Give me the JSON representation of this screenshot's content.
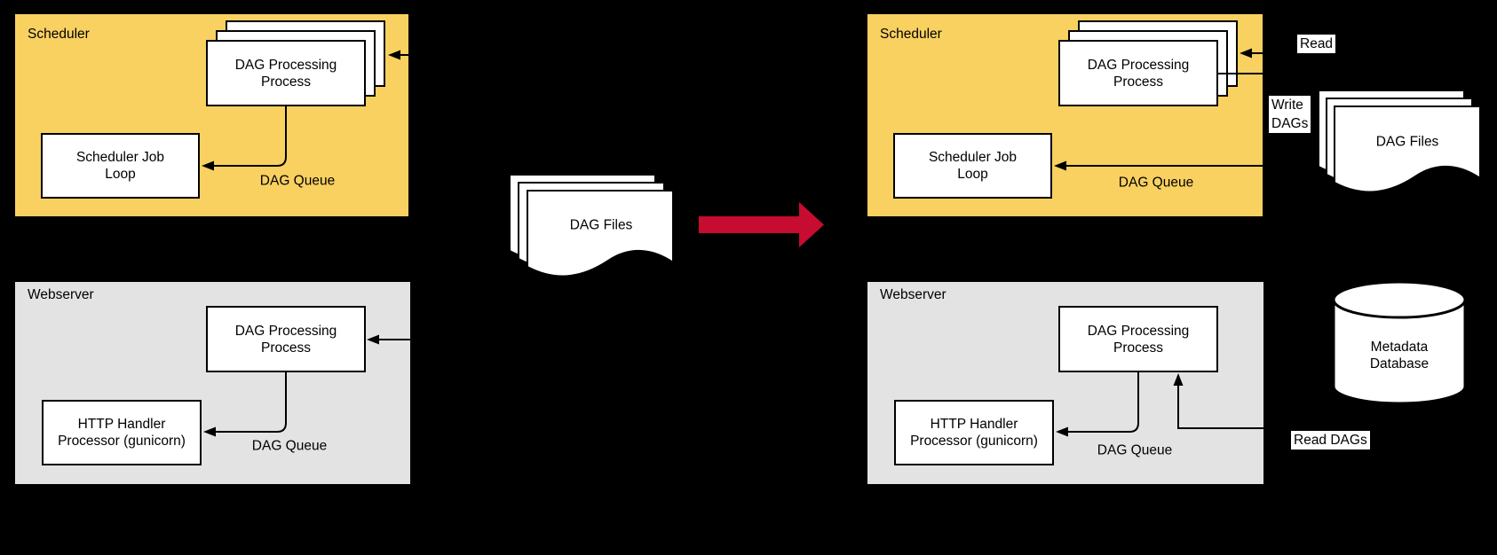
{
  "colors": {
    "background": "#000000",
    "scheduler_fill": "#F9D161",
    "webserver_fill": "#E3E3E3",
    "box_fill": "#FFFFFF",
    "line": "#000000",
    "arrow_red": "#C60C30"
  },
  "before": {
    "scheduler": {
      "title": "Scheduler",
      "process_stack": "DAG Processing\nProcess",
      "job_loop": "Scheduler Job\nLoop",
      "queue_label": "DAG Queue"
    },
    "webserver": {
      "title": "Webserver",
      "process_box": "DAG Processing\nProcess",
      "handler": "HTTP Handler\nProcessor (gunicorn)",
      "queue_label": "DAG Queue"
    },
    "dag_files_label": "DAG Files"
  },
  "after": {
    "scheduler": {
      "title": "Scheduler",
      "process_stack": "DAG Processing\nProcess",
      "job_loop": "Scheduler Job\nLoop",
      "queue_label": "DAG Queue"
    },
    "webserver": {
      "title": "Webserver",
      "process_box": "DAG Processing\nProcess",
      "handler": "HTTP Handler\nProcessor (gunicorn)",
      "queue_label": "DAG Queue"
    },
    "dag_files_label": "DAG Files",
    "metadata_database_label": "Metadata\nDatabase",
    "annotations": {
      "read": "Read",
      "write_dags": "Write\nDAGs",
      "read_dags": "Read DAGs"
    }
  }
}
